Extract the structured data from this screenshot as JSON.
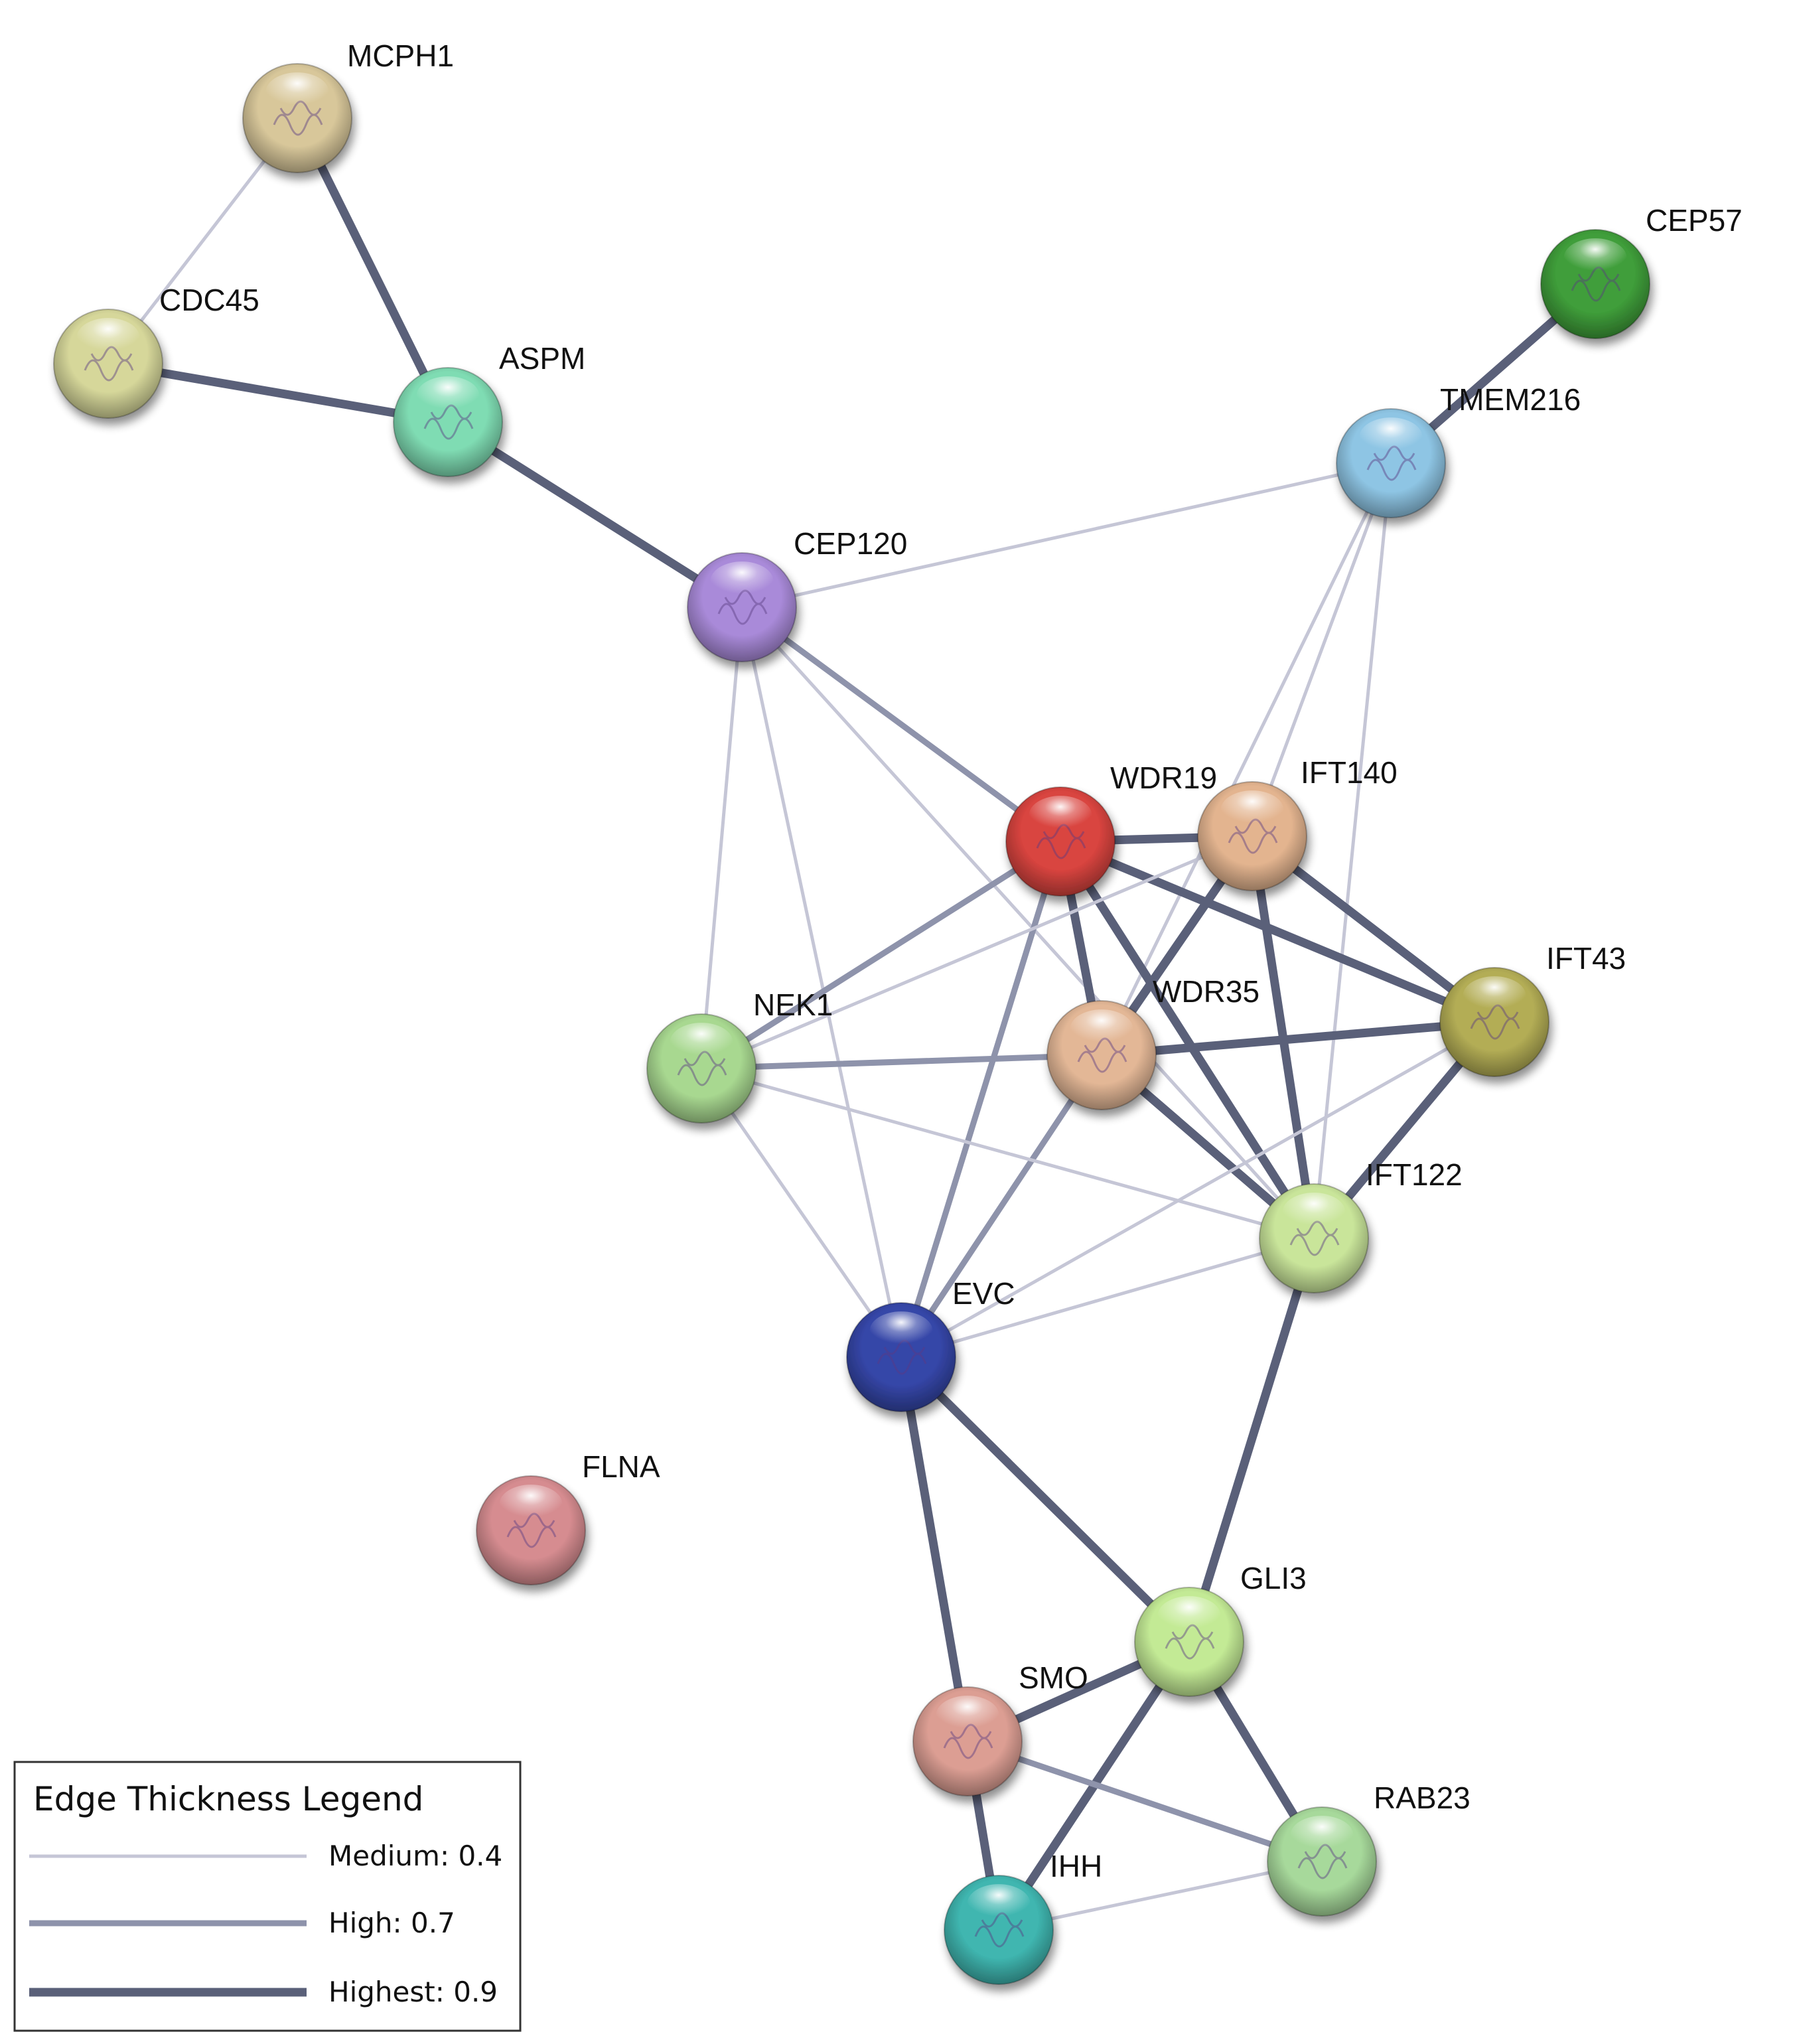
{
  "nodes": [
    {
      "id": "MCPH1",
      "label": "MCPH1",
      "color": "#d8c79a"
    },
    {
      "id": "CDC45",
      "label": "CDC45",
      "color": "#d6d79a"
    },
    {
      "id": "ASPM",
      "label": "ASPM",
      "color": "#7fdcb3"
    },
    {
      "id": "CEP57",
      "label": "CEP57",
      "color": "#3f9e3a"
    },
    {
      "id": "TMEM216",
      "label": "TMEM216",
      "color": "#8ec5e4"
    },
    {
      "id": "CEP120",
      "label": "CEP120",
      "color": "#a98ad9"
    },
    {
      "id": "WDR19",
      "label": "WDR19",
      "color": "#d9443f"
    },
    {
      "id": "IFT140",
      "label": "IFT140",
      "color": "#e3b48f"
    },
    {
      "id": "IFT43",
      "label": "IFT43",
      "color": "#b3ad55"
    },
    {
      "id": "NEK1",
      "label": "NEK1",
      "color": "#a8d890"
    },
    {
      "id": "WDR35",
      "label": "WDR35",
      "color": "#e3b796"
    },
    {
      "id": "IFT122",
      "label": "IFT122",
      "color": "#c9e59a"
    },
    {
      "id": "EVC",
      "label": "EVC",
      "color": "#3546a8"
    },
    {
      "id": "FLNA",
      "label": "FLNA",
      "color": "#d68c90"
    },
    {
      "id": "GLI3",
      "label": "GLI3",
      "color": "#c3ea95"
    },
    {
      "id": "SMO",
      "label": "SMO",
      "color": "#dc9e93"
    },
    {
      "id": "RAB23",
      "label": "RAB23",
      "color": "#a7d99b"
    },
    {
      "id": "IHH",
      "label": "IHH",
      "color": "#3fb6b0"
    }
  ],
  "edges": [
    {
      "source": "MCPH1",
      "target": "CDC45",
      "weight": 0.4
    },
    {
      "source": "MCPH1",
      "target": "ASPM",
      "weight": 0.9
    },
    {
      "source": "CDC45",
      "target": "ASPM",
      "weight": 0.9
    },
    {
      "source": "ASPM",
      "target": "CEP120",
      "weight": 0.9
    },
    {
      "source": "CEP57",
      "target": "TMEM216",
      "weight": 0.9
    },
    {
      "source": "CEP120",
      "target": "TMEM216",
      "weight": 0.4
    },
    {
      "source": "CEP120",
      "target": "WDR19",
      "weight": 0.7
    },
    {
      "source": "CEP120",
      "target": "IFT122",
      "weight": 0.4
    },
    {
      "source": "CEP120",
      "target": "NEK1",
      "weight": 0.4
    },
    {
      "source": "CEP120",
      "target": "EVC",
      "weight": 0.4
    },
    {
      "source": "TMEM216",
      "target": "WDR35",
      "weight": 0.4
    },
    {
      "source": "TMEM216",
      "target": "IFT140",
      "weight": 0.4
    },
    {
      "source": "TMEM216",
      "target": "IFT122",
      "weight": 0.4
    },
    {
      "source": "WDR19",
      "target": "IFT140",
      "weight": 0.9
    },
    {
      "source": "WDR19",
      "target": "IFT43",
      "weight": 0.9
    },
    {
      "source": "WDR19",
      "target": "WDR35",
      "weight": 0.9
    },
    {
      "source": "WDR19",
      "target": "IFT122",
      "weight": 0.9
    },
    {
      "source": "WDR19",
      "target": "NEK1",
      "weight": 0.7
    },
    {
      "source": "WDR19",
      "target": "EVC",
      "weight": 0.7
    },
    {
      "source": "IFT140",
      "target": "IFT43",
      "weight": 0.9
    },
    {
      "source": "IFT140",
      "target": "WDR35",
      "weight": 0.9
    },
    {
      "source": "IFT140",
      "target": "IFT122",
      "weight": 0.9
    },
    {
      "source": "IFT140",
      "target": "NEK1",
      "weight": 0.4
    },
    {
      "source": "WDR35",
      "target": "IFT43",
      "weight": 0.9
    },
    {
      "source": "WDR35",
      "target": "IFT122",
      "weight": 0.9
    },
    {
      "source": "WDR35",
      "target": "NEK1",
      "weight": 0.7
    },
    {
      "source": "WDR35",
      "target": "EVC",
      "weight": 0.7
    },
    {
      "source": "IFT43",
      "target": "IFT122",
      "weight": 0.9
    },
    {
      "source": "IFT43",
      "target": "EVC",
      "weight": 0.4
    },
    {
      "source": "NEK1",
      "target": "IFT122",
      "weight": 0.4
    },
    {
      "source": "NEK1",
      "target": "EVC",
      "weight": 0.4
    },
    {
      "source": "EVC",
      "target": "IFT122",
      "weight": 0.4
    },
    {
      "source": "EVC",
      "target": "GLI3",
      "weight": 0.9
    },
    {
      "source": "EVC",
      "target": "SMO",
      "weight": 0.9
    },
    {
      "source": "IFT122",
      "target": "GLI3",
      "weight": 0.9
    },
    {
      "source": "GLI3",
      "target": "SMO",
      "weight": 0.9
    },
    {
      "source": "GLI3",
      "target": "RAB23",
      "weight": 0.9
    },
    {
      "source": "GLI3",
      "target": "IHH",
      "weight": 0.9
    },
    {
      "source": "SMO",
      "target": "RAB23",
      "weight": 0.7
    },
    {
      "source": "SMO",
      "target": "IHH",
      "weight": 0.9
    },
    {
      "source": "IHH",
      "target": "RAB23",
      "weight": 0.4
    }
  ],
  "legend": {
    "title": "Edge Thickness Legend",
    "items": [
      {
        "label": "Medium: 0.4",
        "weight": 0.4
      },
      {
        "label": "High: 0.7",
        "weight": 0.7
      },
      {
        "label": "Highest: 0.9",
        "weight": 0.9
      }
    ]
  },
  "edge_colors": {
    "0.4": "#c5c6d6",
    "0.7": "#8e93ab",
    "0.9": "#5a6079"
  }
}
